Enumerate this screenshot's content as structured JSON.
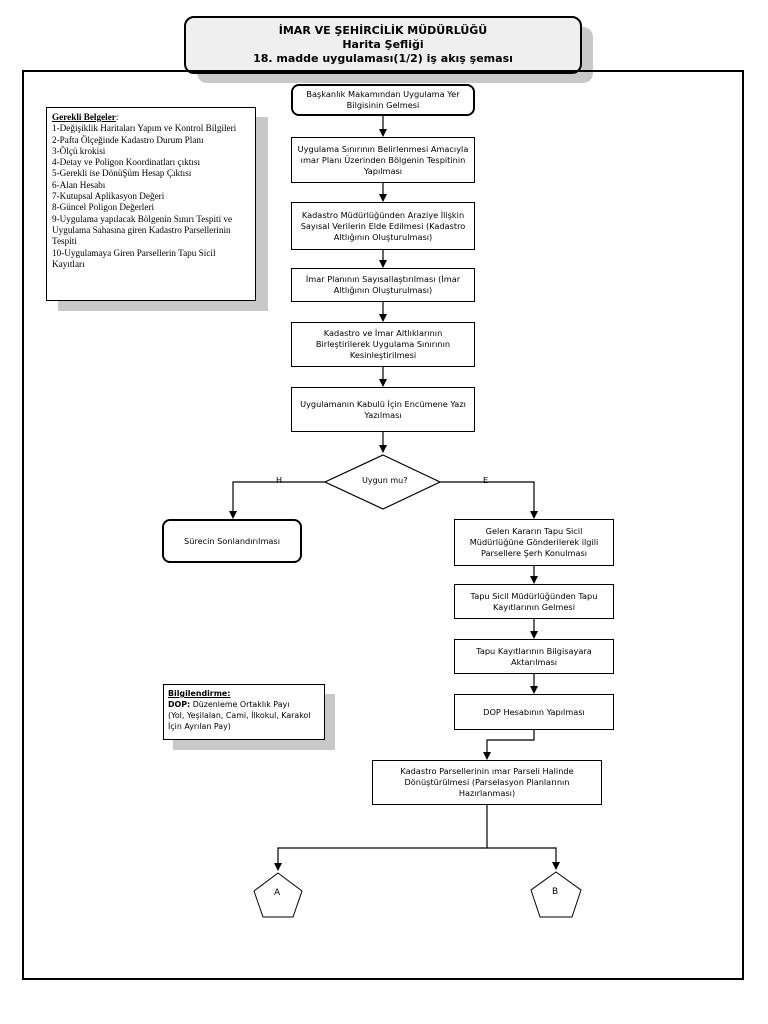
{
  "header": {
    "line1": "İMAR VE ŞEHİRCİLİK MÜDÜRLÜĞÜ",
    "line2": "Harita Şefliği",
    "line3": "18. madde uygulaması(1/2) iş akış şeması"
  },
  "documents": {
    "title": "Gerekli Belgeler",
    "title_suffix": ":",
    "items": [
      "1-Değişiklik Haritaları Yapım ve Kontrol Bilgileri",
      "2-Pafta Ölçeğinde Kadastro Durum Planı",
      "3-Ölçü krokisi",
      "4-Detay ve Poligon Koordinatları çıktısı",
      "5-Gerekli ise DönüŞüm Hesap Çıktısı",
      "6-Alan Hesabı",
      "7-Kutupsal Aplikasyon Değeri",
      "8-Güncel Poligon Değerleri",
      "9-Uygulama yapılacak Bölgenin Sınırı Tespiti ve Uygulama Sahasına giren Kadastro Parsellerinin Tespiti",
      "10-Uygulamaya Giren Parsellerin Tapu Sicil Kayıtları"
    ]
  },
  "info": {
    "title": "Bilgilendirme:",
    "term": "DOP:",
    "line1_rest": " Düzenleme Ortaklık Payı",
    "line2": "(Yol, Yeşilalan, Cami, İlkokul, Karakol İçin Ayrılan Pay)"
  },
  "flow": {
    "start": "Başkanlık Makamından Uygulama Yer Bilgisinin Gelmesi",
    "step1": "Uygulama Sınırının Belirlenmesi Amacıyla ımar Planı Üzerinden Bölgenin Tespitinin Yapılması",
    "step2": "Kadastro Müdürlüğünden Araziye İlişkin Sayısal Verilerin Elde Edilmesi (Kadastro Altlığının Oluşturulması)",
    "step3": "İmar Planının Sayısallaştırılması (İmar Altlığının Oluşturulması)",
    "step4": "Kadastro ve İmar Altlıklarının Birleştirilerek Uygulama Sınırının Kesinleştirilmesi",
    "step5": "Uygulamanın Kabulü İçin Encümene Yazı Yazılması",
    "decision": "Uygun mu?",
    "no_label": "H",
    "yes_label": "E",
    "end": "Sürecin Sonlandırılması",
    "yes1": "Gelen Kararın Tapu Sicil Müdürlüğüne Gönderilerek ilgili Parsellere Şerh Konulması",
    "yes2": "Tapu Sicil Müdürlüğünden Tapu Kayıtlarının Gelmesi",
    "yes3": "Tapu Kayıtlarının Bilgisayara Aktarılması",
    "yes4": "DOP Hesabının Yapılması",
    "yes5": "Kadastro Parsellerinin ımar Parseli Halinde Dönüştürülmesi (Parselasyon Planlarının Hazırlanması)",
    "connector_a": "A",
    "connector_b": "B"
  }
}
